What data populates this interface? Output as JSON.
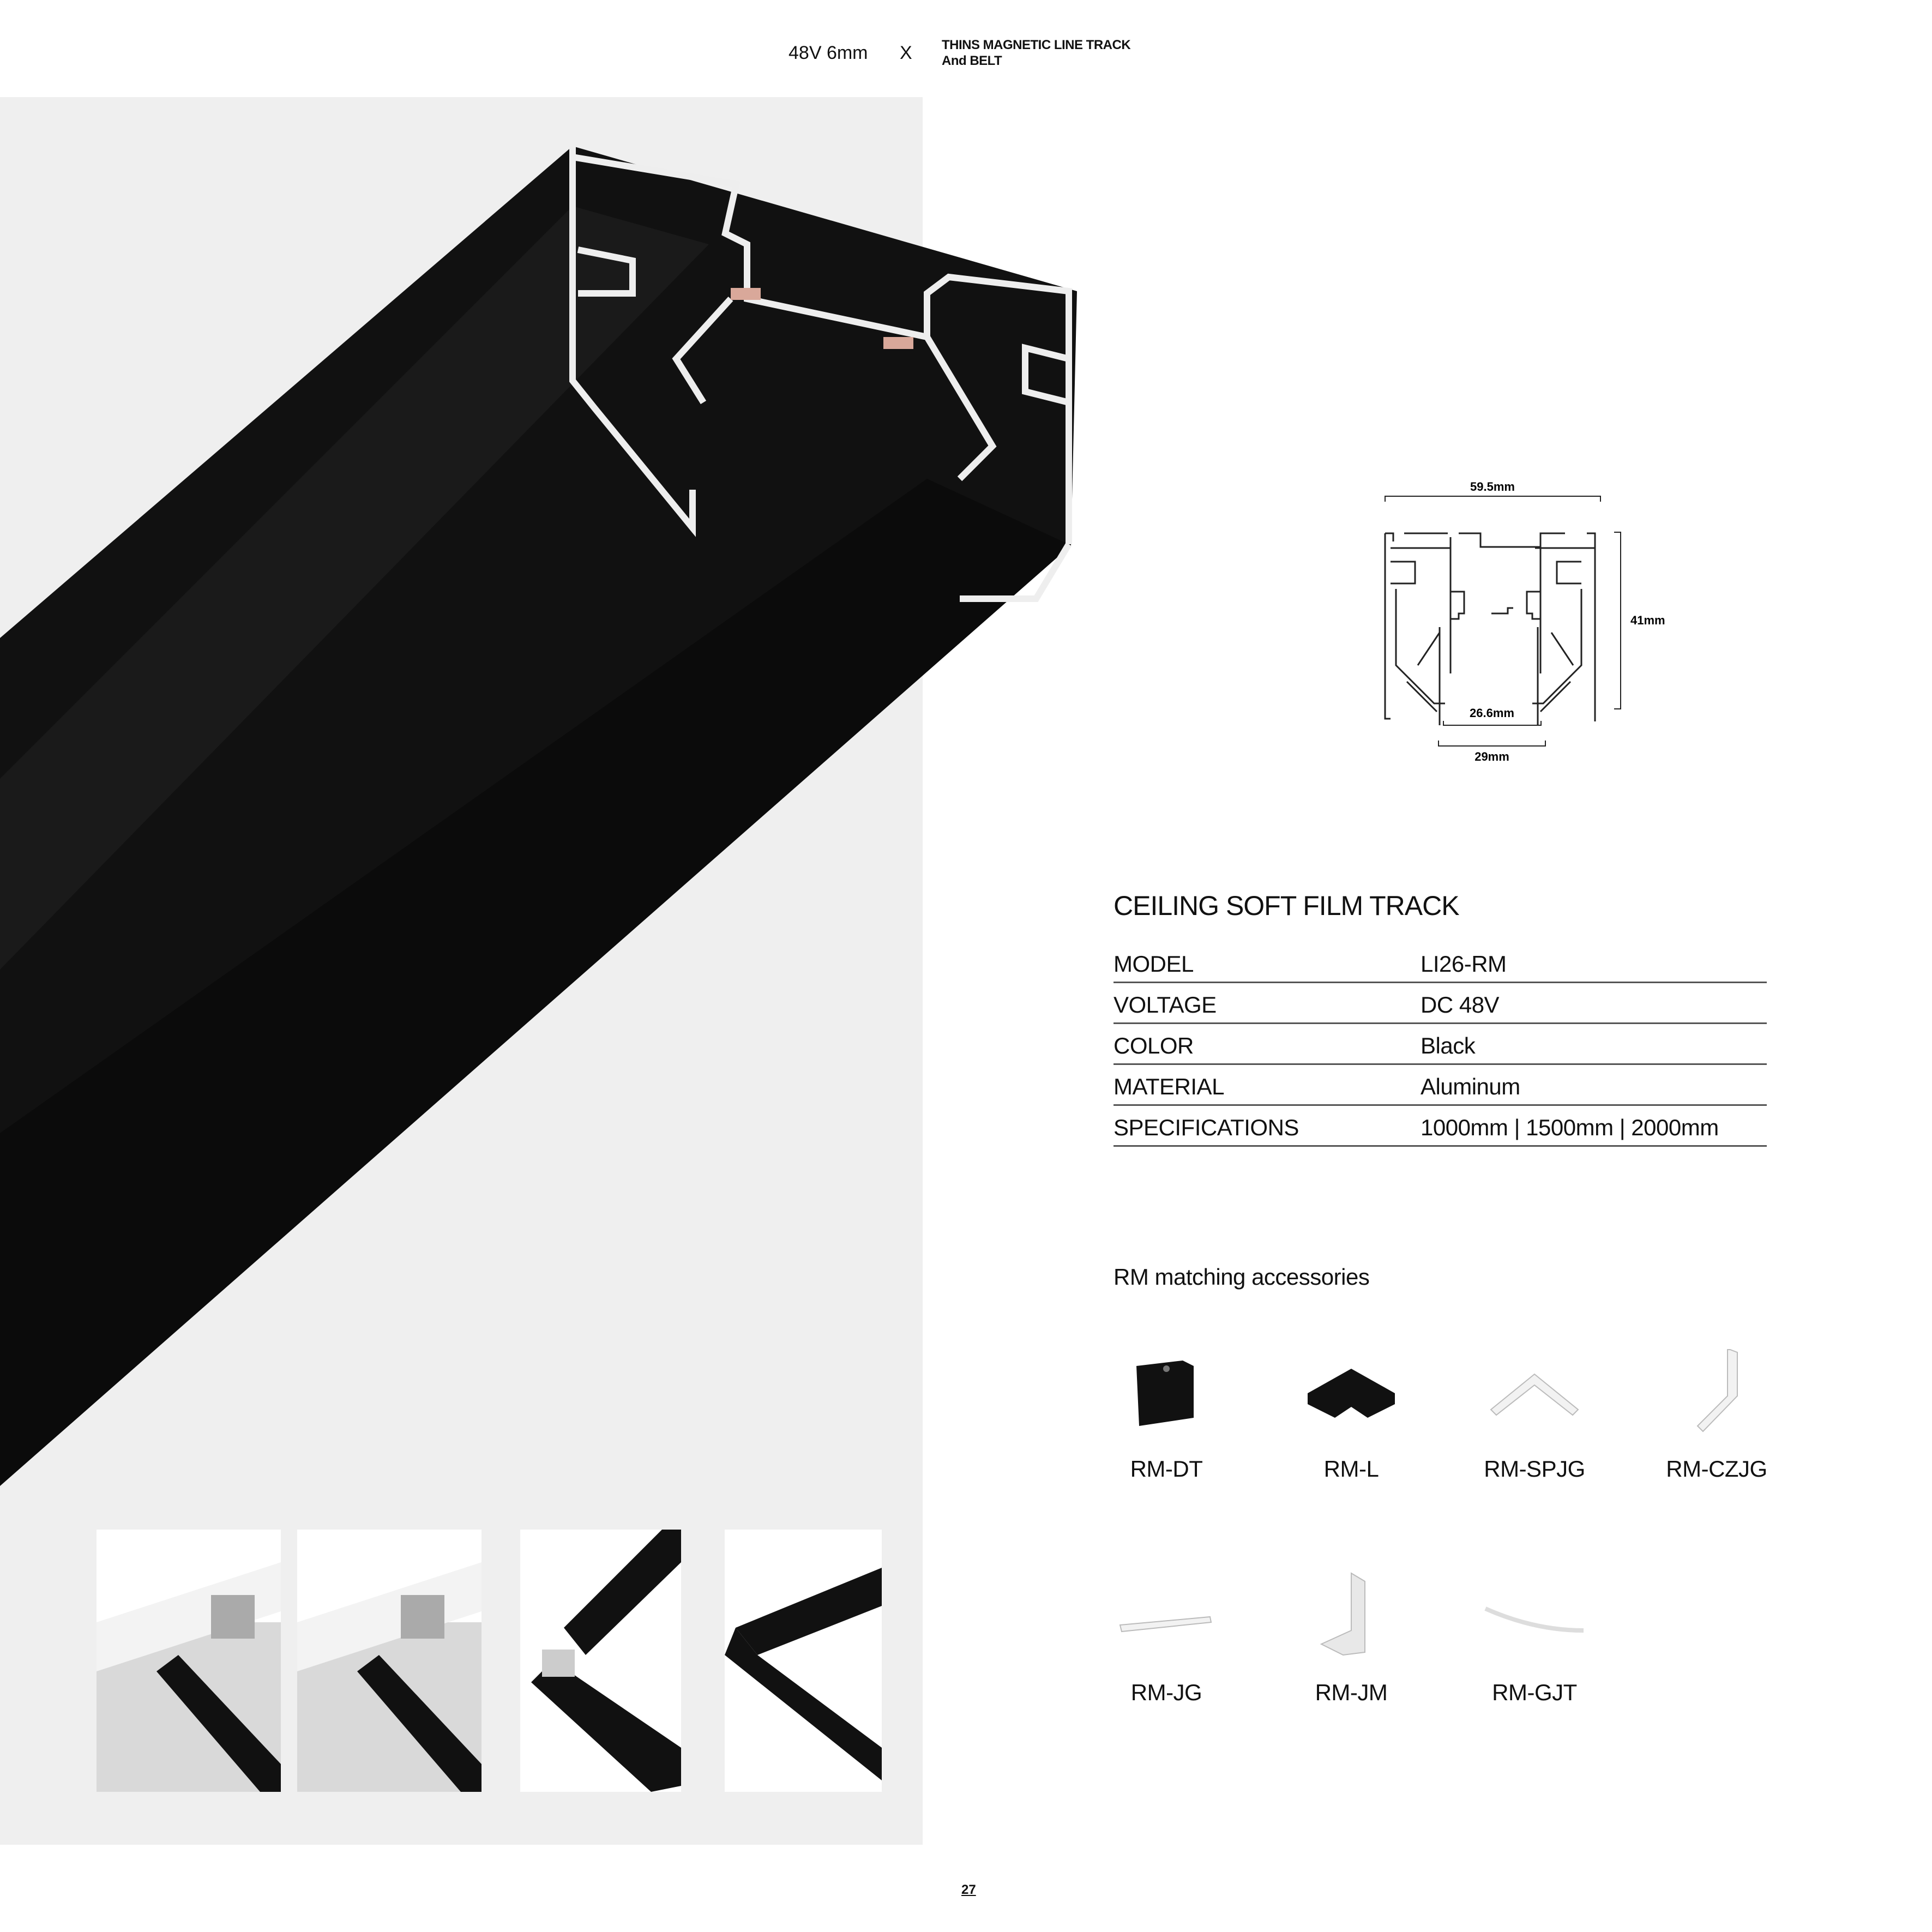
{
  "header": {
    "series": "48V 6mm",
    "separator": "X",
    "line_name_1": "THINS MAGNETIC LINE TRACK",
    "line_name_2": "And BELT"
  },
  "diagram": {
    "width_label": "59.5mm",
    "height_label": "41mm",
    "inner_label": "26.6mm",
    "opening_label": "29mm"
  },
  "product": {
    "title": "CEILING SOFT FILM TRACK",
    "specs": [
      {
        "key": "MODEL",
        "value": "LI26-RM"
      },
      {
        "key": "VOLTAGE",
        "value": "DC 48V"
      },
      {
        "key": "COLOR",
        "value": "Black"
      },
      {
        "key": "MATERIAL",
        "value": "Aluminum"
      },
      {
        "key": "SPECIFICATIONS",
        "value": "1000mm | 1500mm | 2000mm"
      }
    ]
  },
  "accessories": {
    "title": "RM matching accessories",
    "items": [
      {
        "label": "RM-DT",
        "icon": "end-cap-icon"
      },
      {
        "label": "RM-L",
        "icon": "l-connector-icon"
      },
      {
        "label": "RM-SPJG",
        "icon": "flat-corner-plate-icon"
      },
      {
        "label": "RM-CZJG",
        "icon": "vertical-corner-plate-icon"
      },
      {
        "label": "RM-JG",
        "icon": "straight-plate-icon"
      },
      {
        "label": "RM-JM",
        "icon": "angle-bracket-icon"
      },
      {
        "label": "RM-GJT",
        "icon": "curved-strip-icon"
      }
    ]
  },
  "colors": {
    "panel": "#efefef",
    "track": "#111111"
  },
  "page_number": "27"
}
